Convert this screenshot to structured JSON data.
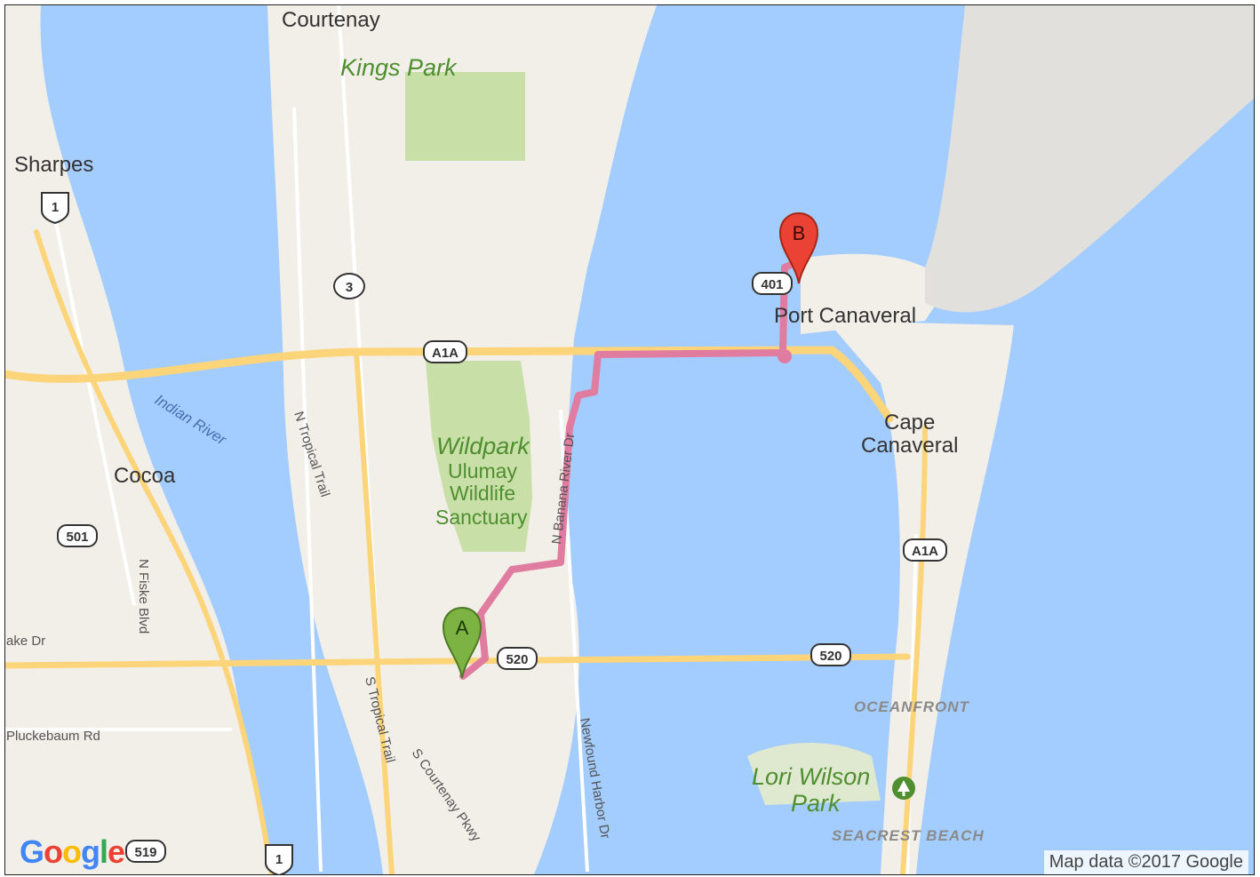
{
  "map": {
    "places": {
      "courtenay": "Courtenay",
      "sharpes": "Sharpes",
      "cocoa": "Cocoa",
      "port_canaveral": "Port Canaveral",
      "cape_canaveral_1": "Cape",
      "cape_canaveral_2": "Canaveral"
    },
    "parks": {
      "kings_park": "Kings Park",
      "wildpark": "Wildpark",
      "ulumay_1": "Ulumay",
      "ulumay_2": "Wildlife",
      "ulumay_3": "Sanctuary",
      "lori_1": "Lori Wilson",
      "lori_2": "Park"
    },
    "water": {
      "indian_river": "Indian River"
    },
    "areas": {
      "oceanfront": "OCEANFRONT",
      "seacrest": "SEACREST BEACH"
    },
    "streets": {
      "n_tropical": "N Tropical Trail",
      "s_tropical": "S Tropical Trail",
      "s_courtenay": "S Courtenay Pkwy",
      "n_banana": "N Banana River Dr",
      "newfound": "Newfound Harbor Dr",
      "n_fiske": "N Fiske Blvd",
      "lake_dr": "ake Dr",
      "pluckebaum": "Pluckebaum Rd"
    },
    "shields": {
      "us1_top": "1",
      "us1_bottom": "1",
      "sr3": "3",
      "a1a_1": "A1A",
      "a1a_2": "A1A",
      "r401": "401",
      "r501": "501",
      "r520_1": "520",
      "r520_2": "520",
      "r519": "519"
    },
    "markers": {
      "a": "A",
      "b": "B"
    },
    "colors": {
      "water": "#a3ccff",
      "land": "#f2efe9",
      "park": "#c8dfa8",
      "highway": "#fcd479",
      "route": "#e07ca0",
      "marker_a": "#7cb342",
      "marker_b": "#ea4335"
    },
    "icons": {
      "park_pin": "tree-icon",
      "logo": "google-logo"
    },
    "attribution": "Map data ©2017 Google",
    "logo_letters": [
      "G",
      "o",
      "o",
      "g",
      "l",
      "e"
    ]
  }
}
